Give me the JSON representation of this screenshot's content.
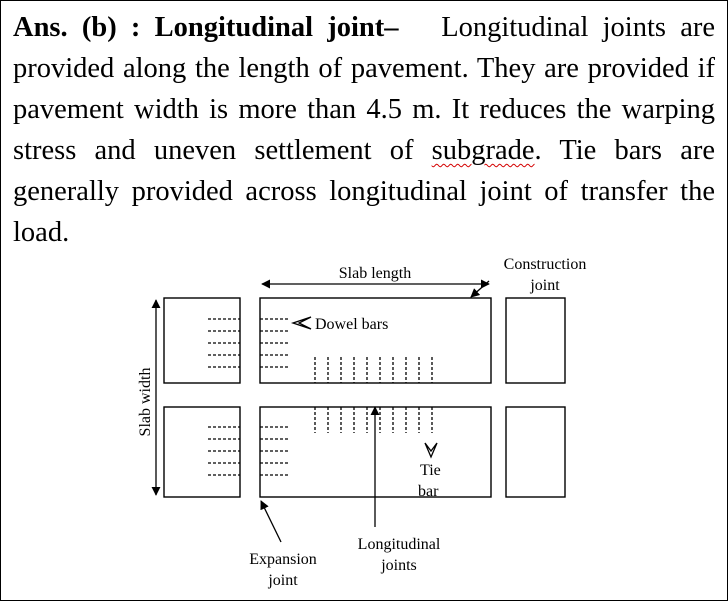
{
  "paragraph": {
    "lead": "Ans. (b) : Longitudinal joint–",
    "body_1": "Longitudinal joints are provided along the length of pavement. They are provided if pavement width is more than 4.5 m. It reduces the warping stress and uneven settlement of ",
    "flagged_word": "subgrade",
    "body_2": ". Tie bars are generally provided across longitudinal joint of transfer the load."
  },
  "diagram": {
    "slab_length": "Slab length",
    "construction_joint_1": "Construction",
    "construction_joint_2": "joint",
    "dowel_bars": "Dowel bars",
    "slab_width": "Slab width",
    "tie_bar_1": "Tie",
    "tie_bar_2": "bar",
    "expansion_joint_1": "Expansion",
    "expansion_joint_2": "joint",
    "longitudinal_joints_1": "Longitudinal",
    "longitudinal_joints_2": "joints",
    "spell_mark_color": "#d40000"
  }
}
